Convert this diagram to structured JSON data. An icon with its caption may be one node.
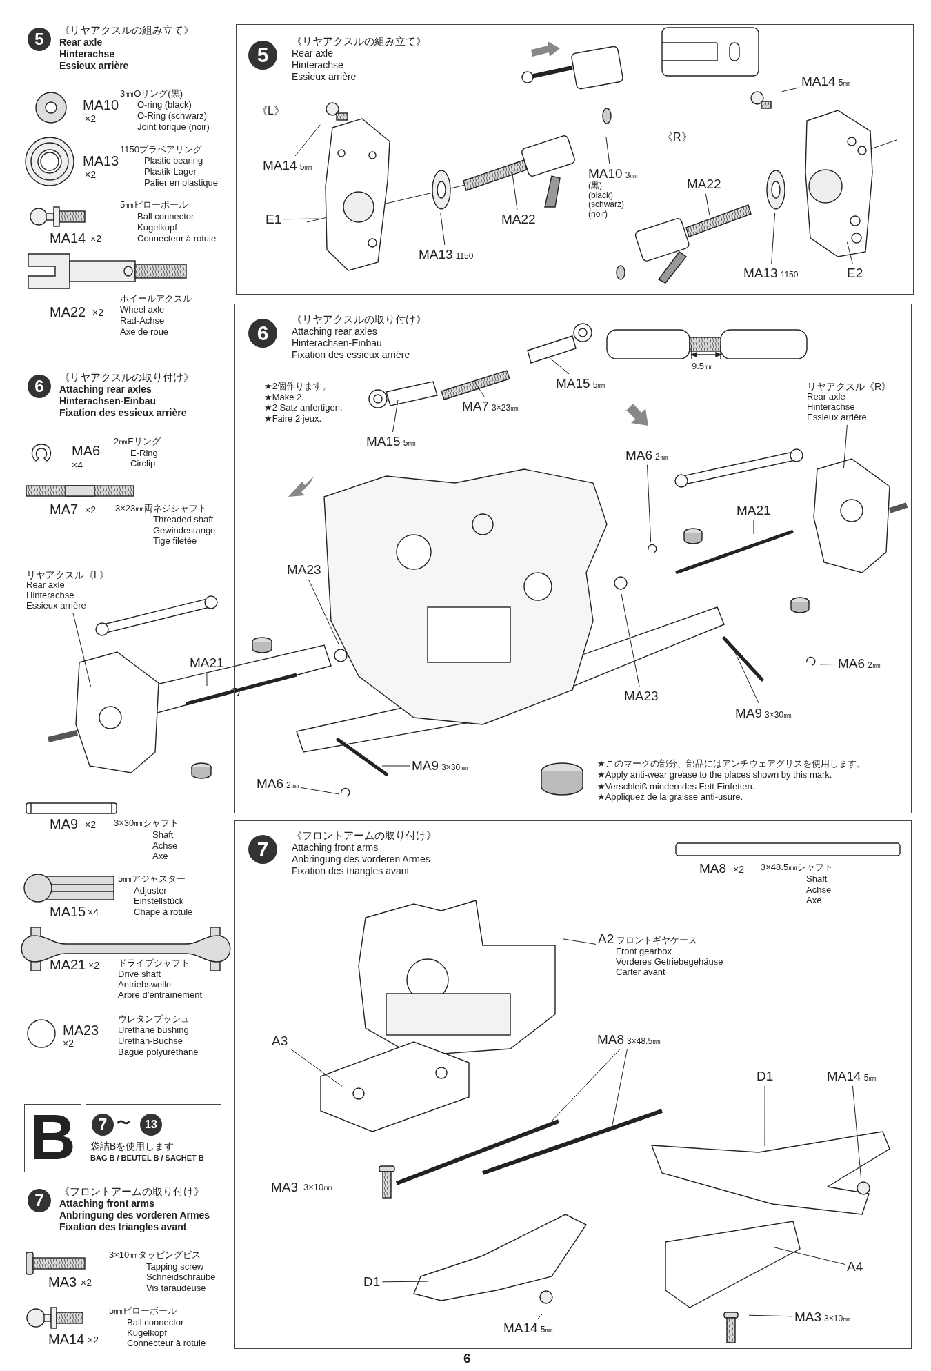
{
  "diagram": {
    "nodes": [
      {
        "text": [
          "5"
        ],
        "beside": [
          "《リヤアクスルの組み立て》",
          "Rear axle",
          "Hinterachse",
          "Essieux arrière"
        ]
      },
      {
        "text": [
          "6"
        ],
        "beside": [
          "《リヤアクスルの取り付け》",
          "Attaching rear axles",
          "Hinterachsen-Einbau",
          "Fixation des essieux arrière"
        ]
      },
      {
        "text": [
          "リヤアクスル《L》",
          "Rear axle",
          "Hinterachse",
          "Essieux arrière"
        ]
      },
      {
        "text": [
          "B"
        ]
      },
      {
        "text": [
          "袋詰Bを使用します",
          "BAG B / BEUTEL B / SACHET B"
        ]
      },
      {
        "text": [
          "7"
        ],
        "in": 4
      },
      {
        "text": [
          "13"
        ],
        "in": 4
      },
      {
        "text": [
          "7"
        ],
        "beside": [
          "《フロントアームの取り付け》",
          "Attaching front arms",
          "Anbringung des vorderen Armes",
          "Fixation des triangles avant"
        ]
      },
      {
        "text": [],
        "shape": "box"
      },
      {
        "text": [
          "5"
        ],
        "in": 8,
        "beside": [
          "《リヤアクスルの組み立て》",
          "Rear axle",
          "Hinterachse",
          "Essieux arrière"
        ]
      },
      {
        "text": [
          "MA14",
          "5㎜"
        ],
        "in": 8
      },
      {
        "text": [
          "E1"
        ],
        "in": 8
      },
      {
        "text": [
          "MA13",
          "1150"
        ],
        "in": 8
      },
      {
        "text": [
          "MA22"
        ],
        "in": 8
      },
      {
        "text": [
          "MA10",
          "3㎜",
          "(黒)",
          "(black)",
          "(schwarz)",
          "(noir)"
        ],
        "in": 8
      },
      {
        "text": [
          "MA14",
          "5㎜"
        ],
        "in": 8
      },
      {
        "text": [
          "MA22"
        ],
        "in": 8
      },
      {
        "text": [
          "MA13",
          "1150"
        ],
        "in": 8
      },
      {
        "text": [
          "E2"
        ],
        "in": 8
      },
      {
        "text": [],
        "shape": "box"
      },
      {
        "text": [
          "6"
        ],
        "in": 19,
        "beside": [
          "《リヤアクスルの取り付け》",
          "Attaching rear axles",
          "Hinterachsen-Einbau",
          "Fixation des essieux arrière"
        ]
      },
      {
        "text": [
          "MA15",
          "5㎜"
        ],
        "in": 19
      },
      {
        "text": [
          "MA7",
          "3×23㎜"
        ],
        "in": 19
      },
      {
        "text": [
          "MA15",
          "5㎜"
        ],
        "in": 19
      },
      {
        "text": [
          "リヤアクスル《R》",
          "Rear axle",
          "Hinterachse",
          "Essieux arrière"
        ],
        "in": 19
      },
      {
        "text": [
          "MA6",
          "2㎜"
        ],
        "in": 19
      },
      {
        "text": [
          "MA21"
        ],
        "in": 19
      },
      {
        "text": [
          "MA23"
        ],
        "in": 19
      },
      {
        "text": [
          "MA21"
        ]
      },
      {
        "text": [
          "MA6",
          "2㎜"
        ],
        "in": 19
      },
      {
        "text": [
          "MA23"
        ],
        "in": 19
      },
      {
        "text": [
          "MA9",
          "3×30㎜"
        ],
        "in": 19
      },
      {
        "text": [
          "MA9",
          "3×30㎜"
        ],
        "in": 19
      },
      {
        "text": [
          "MA6",
          "2㎜"
        ],
        "in": 19
      },
      {
        "text": [],
        "shape": "box"
      },
      {
        "text": [
          "7"
        ],
        "in": 34,
        "beside": [
          "《フロントアームの取り付け》",
          "Attaching front arms",
          "Anbringung des vorderen Armes",
          "Fixation des triangles avant"
        ]
      },
      {
        "text": [
          "A2",
          "フロントギヤケース",
          "Front gearbox",
          "Vorderes Getriebegehäuse",
          "Carter avant"
        ],
        "in": 34
      },
      {
        "text": [
          "A3"
        ],
        "in": 34
      },
      {
        "text": [
          "MA8",
          "3×48.5㎜"
        ],
        "in": 34
      },
      {
        "text": [
          "D1"
        ],
        "in": 34
      },
      {
        "text": [
          "MA14",
          "5㎜"
        ],
        "in": 34
      },
      {
        "text": [
          "A4"
        ],
        "in": 34
      },
      {
        "text": [
          "D1"
        ],
        "in": 34
      },
      {
        "text": [
          "MA14",
          "5㎜"
        ],
        "in": 34
      },
      {
        "text": [
          "MA3",
          "3×10㎜"
        ],
        "in": 34
      }
    ],
    "edges": [
      {
        "from": 2,
        "to": null,
        "arrow": "none"
      },
      {
        "from": 10,
        "to": null,
        "arrow": "none"
      },
      {
        "from": 11,
        "to": null,
        "arrow": "none"
      },
      {
        "from": 12,
        "to": null,
        "arrow": "none"
      },
      {
        "from": 13,
        "to": null,
        "arrow": "none"
      },
      {
        "from": 14,
        "to": null,
        "arrow": "none"
      },
      {
        "from": 15,
        "to": null,
        "arrow": "none"
      },
      {
        "from": 16,
        "to": null,
        "arrow": "none"
      },
      {
        "from": 17,
        "to": null,
        "arrow": "none"
      },
      {
        "from": 18,
        "to": null,
        "arrow": "none"
      },
      {
        "from": 21,
        "to": null,
        "arrow": "none"
      },
      {
        "from": 22,
        "to": null,
        "arrow": "none"
      },
      {
        "from": 23,
        "to": null,
        "arrow": "none"
      },
      {
        "from": 24,
        "to": null,
        "arrow": "none"
      },
      {
        "from": 25,
        "to": null,
        "arrow": "none"
      },
      {
        "from": 26,
        "to": null,
        "arrow": "none"
      },
      {
        "from": 27,
        "to": null,
        "arrow": "none"
      },
      {
        "from": 28,
        "to": null,
        "arrow": "none"
      },
      {
        "from": 29,
        "to": null,
        "arrow": "none"
      },
      {
        "from": 30,
        "to": null,
        "arrow": "none"
      },
      {
        "from": 31,
        "to": null,
        "arrow": "none"
      },
      {
        "from": 32,
        "to": null,
        "arrow": "none"
      },
      {
        "from": 33,
        "to": null,
        "arrow": "none"
      },
      {
        "from": 36,
        "to": null,
        "arrow": "none"
      },
      {
        "from": 37,
        "to": null,
        "arrow": "none"
      },
      {
        "from": 38,
        "to": null,
        "arrow": "none"
      },
      {
        "from": 38,
        "to": null,
        "arrow": "none"
      },
      {
        "from": 39,
        "to": null,
        "arrow": "none"
      },
      {
        "from": 40,
        "to": null,
        "arrow": "none"
      },
      {
        "from": 41,
        "to": null,
        "arrow": "none"
      },
      {
        "from": 42,
        "to": null,
        "arrow": "none"
      },
      {
        "from": 43,
        "to": null,
        "arrow": "none"
      },
      {
        "from": 44,
        "to": null,
        "arrow": "none"
      }
    ],
    "labels": [
      "MA10",
      "×2",
      "3㎜Oリング(黒)",
      "O-ring (black)",
      "O-Ring (schwarz)",
      "Joint torique (noir)",
      "MA13",
      "×2",
      "1150プラベアリング",
      "Plastic bearing",
      "Plastik-Lager",
      "Palier en plastique",
      "5㎜ピローボール",
      "Ball connector",
      "MA14",
      "×2",
      "Kugelkopf",
      "Connecteur à rotule",
      "MA22",
      "×2",
      "ホイールアクスル",
      "Wheel axle",
      "Rad-Achse",
      "Axe de roue",
      "MA6",
      "2㎜Eリング",
      "E-Ring",
      "×4",
      "Circlip",
      "MA7",
      "×2",
      "3×23㎜両ネジシャフト",
      "Threaded shaft",
      "Gewindestange",
      "Tige filetée",
      "MA9",
      "×2",
      "3×30㎜シャフト",
      "Shaft",
      "Achse",
      "Axe",
      "5㎜アジャスター",
      "Adjuster",
      "MA15",
      "×4",
      "Einstellstück",
      "Chape à rotule",
      "MA21",
      "×2",
      "ドライブシャフト",
      "Drive shaft",
      "Antriebswelle",
      "Arbre d’entraînement",
      "MA23",
      "ウレタンブッシュ",
      "Urethane bushing",
      "×2",
      "Urethan-Buchse",
      "Bague polyurèthane",
      "〜",
      "3×10㎜タッピングビス",
      "Tapping screw",
      "MA3",
      "×2",
      "Schneidschraube",
      "Vis taraudeuse",
      "5㎜ピローボール",
      "Ball connector",
      "MA14",
      "×2",
      "Kugelkopf",
      "Connecteur à rotule",
      "《L》",
      "《R》",
      "★2個作ります。",
      "★Make 2.",
      "★2 Satz anfertigen.",
      "★Faire 2 jeux.",
      "9.5㎜",
      "★このマークの部分、部品にはアンチウェアグリスを使用します。",
      "★Apply anti-wear grease to the places shown by this mark.",
      "★Verschleiß minderndes Fett Einfetten.",
      "★Appliquez de la graisse anti-usure.",
      "MA8",
      "×2",
      "3×48.5㎜シャフト",
      "Shaft",
      "Achse",
      "Axe",
      "MA3",
      "3×10㎜",
      "6"
    ]
  }
}
